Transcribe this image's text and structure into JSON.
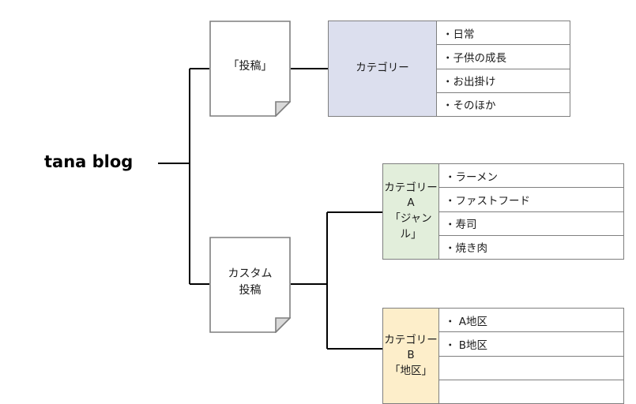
{
  "diagram": {
    "root": {
      "label": "tana blog"
    },
    "nodes": {
      "post": {
        "label": "「投稿」",
        "shape": "document"
      },
      "custom_post": {
        "label_line1": "カスタム",
        "label_line2": "投稿",
        "shape": "document"
      }
    },
    "tables": [
      {
        "id": "category",
        "header": "カテゴリー",
        "header_color": "#dcdfee",
        "rows": [
          "・日常",
          "・子供の成長",
          "・お出掛け",
          "・そのほか"
        ]
      },
      {
        "id": "category-a",
        "header_line1": "カテゴリーA",
        "header_line2": "「ジャンル」",
        "header_color": "#e2eedb",
        "rows": [
          "・ラーメン",
          "・ファストフード",
          "・寿司",
          "・焼き肉"
        ]
      },
      {
        "id": "category-b",
        "header_line1": "カテゴリーB",
        "header_line2": "「地区」",
        "header_color": "#fdeeca",
        "rows": [
          "・ A地区",
          "・ B地区",
          "",
          ""
        ]
      }
    ],
    "connector_color": "#000000"
  }
}
